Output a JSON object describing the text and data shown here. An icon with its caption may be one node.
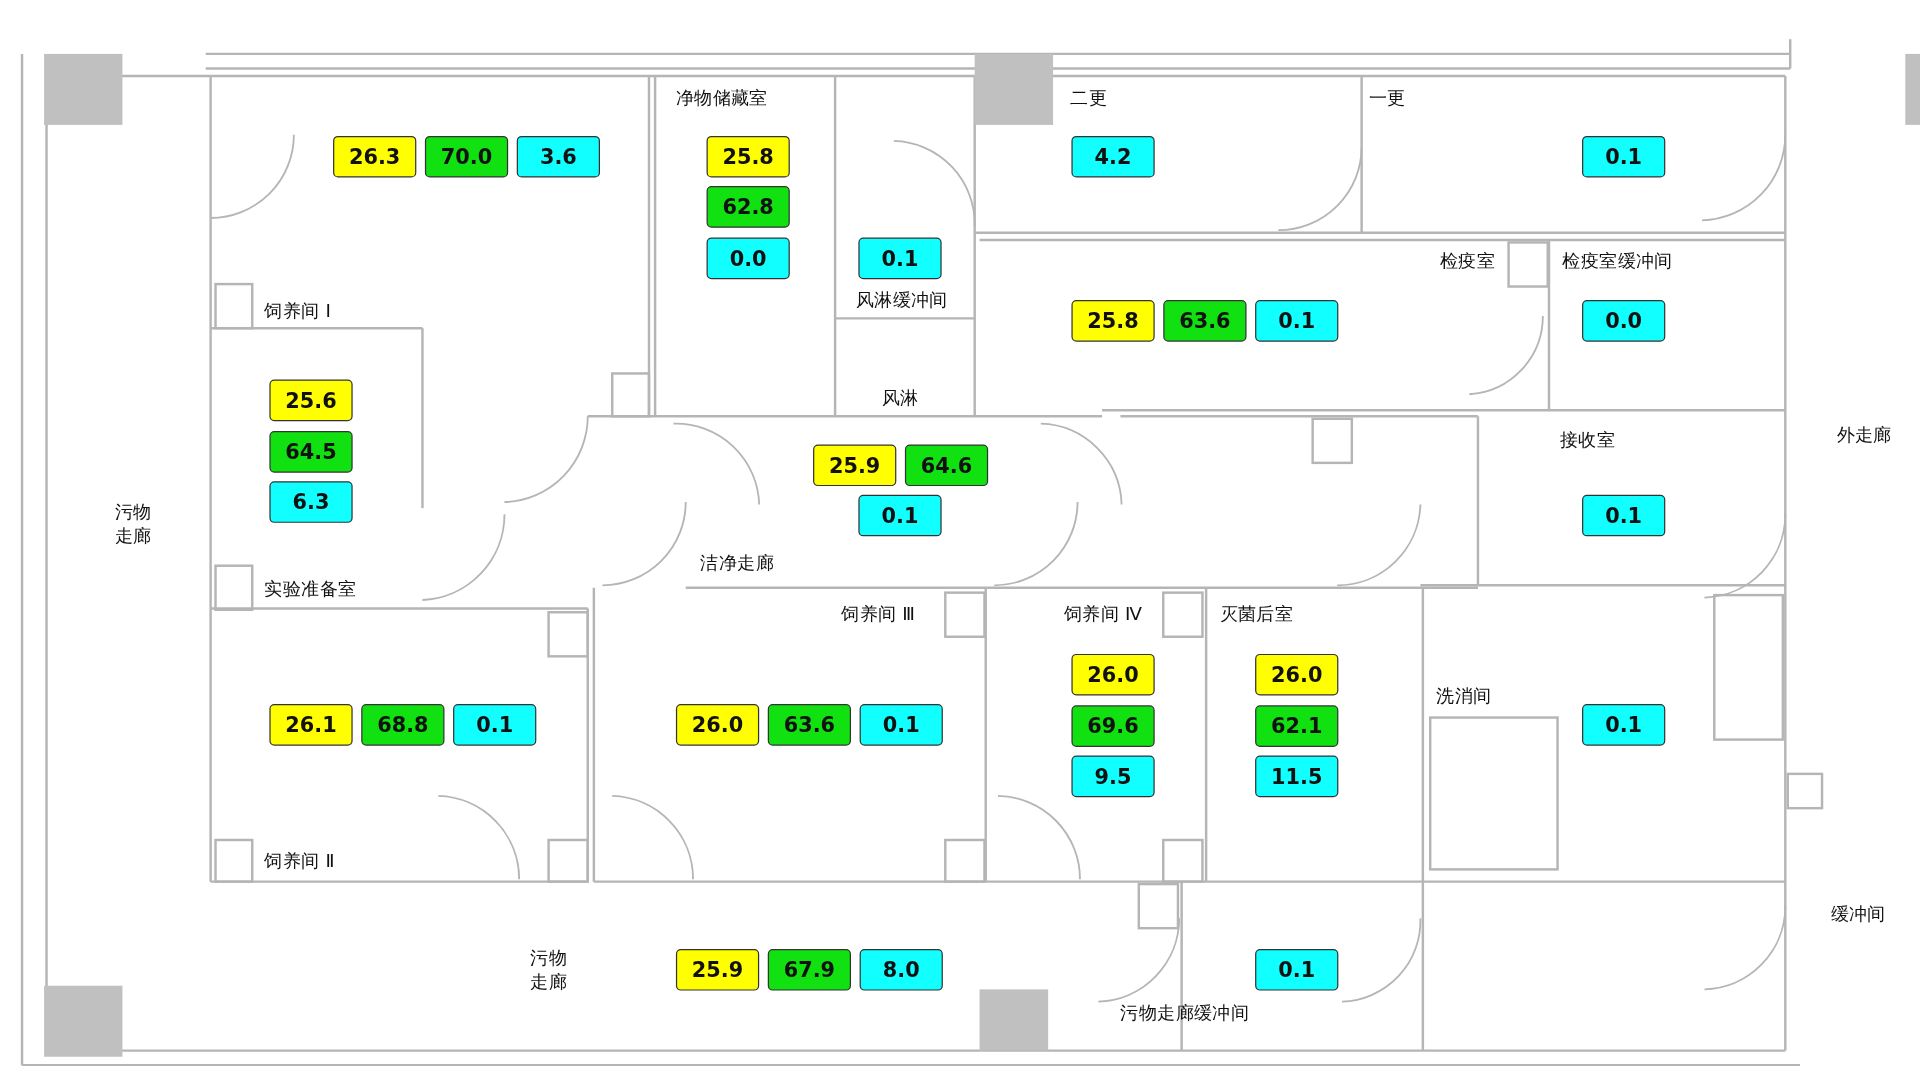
{
  "diagram": {
    "nodes": [
      {
        "text": [
          "26.3"
        ]
      },
      {
        "text": [
          "70.0"
        ]
      },
      {
        "text": [
          "3.6"
        ]
      },
      {
        "text": [
          "25.8"
        ]
      },
      {
        "text": [
          "62.8"
        ]
      },
      {
        "text": [
          "0.0"
        ]
      },
      {
        "text": [
          "4.2"
        ]
      },
      {
        "text": [
          "0.1"
        ]
      },
      {
        "text": [
          "0.1"
        ]
      },
      {
        "text": [
          "25.8"
        ]
      },
      {
        "text": [
          "63.6"
        ]
      },
      {
        "text": [
          "0.1"
        ]
      },
      {
        "text": [
          "0.0"
        ]
      },
      {
        "text": [
          "25.6"
        ]
      },
      {
        "text": [
          "64.5"
        ]
      },
      {
        "text": [
          "6.3"
        ]
      },
      {
        "text": [
          "25.9"
        ]
      },
      {
        "text": [
          "64.6"
        ]
      },
      {
        "text": [
          "0.1"
        ]
      },
      {
        "text": [
          "0.1"
        ]
      },
      {
        "text": [
          "26.0"
        ]
      },
      {
        "text": [
          "26.0"
        ]
      },
      {
        "text": [
          "26.1"
        ]
      },
      {
        "text": [
          "68.8"
        ]
      },
      {
        "text": [
          "0.1"
        ]
      },
      {
        "text": [
          "26.0"
        ]
      },
      {
        "text": [
          "63.6"
        ]
      },
      {
        "text": [
          "0.1"
        ]
      },
      {
        "text": [
          "69.6"
        ]
      },
      {
        "text": [
          "62.1"
        ]
      },
      {
        "text": [
          "0.1"
        ]
      },
      {
        "text": [
          "9.5"
        ]
      },
      {
        "text": [
          "11.5"
        ]
      },
      {
        "text": [
          "25.9"
        ]
      },
      {
        "text": [
          "67.9"
        ]
      },
      {
        "text": [
          "8.0"
        ]
      },
      {
        "text": [
          "0.1"
        ]
      }
    ],
    "labels": [
      "净物储藏室",
      "二更",
      "一更",
      "检疫室",
      "检疫室缓冲间",
      "风淋缓冲间",
      "饲养间 Ⅰ",
      "风淋",
      "接收室",
      "外走廊",
      "污物走廊",
      "洁净走廊",
      "实验准备室",
      "饲养间 Ⅲ",
      "饲养间 Ⅳ",
      "灭菌后室",
      "洗消间",
      "饲养间 Ⅱ",
      "缓冲间",
      "污物走廊",
      "污物走廊缓冲间"
    ]
  }
}
